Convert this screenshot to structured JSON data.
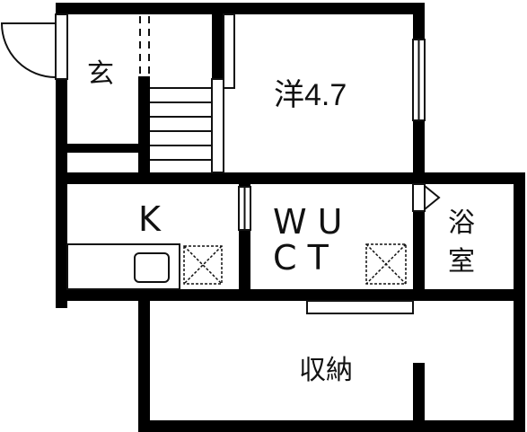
{
  "rooms": {
    "entrance": {
      "label": "玄"
    },
    "western_room": {
      "label": "洋4.7"
    },
    "kitchen": {
      "label": "K"
    },
    "wc": {
      "line1": "W U",
      "line2": "C T"
    },
    "bathroom": {
      "line1": "浴",
      "line2": "室"
    },
    "storage": {
      "label": "収納"
    }
  },
  "colors": {
    "wall": "#000000",
    "line": "#111111",
    "background": "#ffffff"
  }
}
